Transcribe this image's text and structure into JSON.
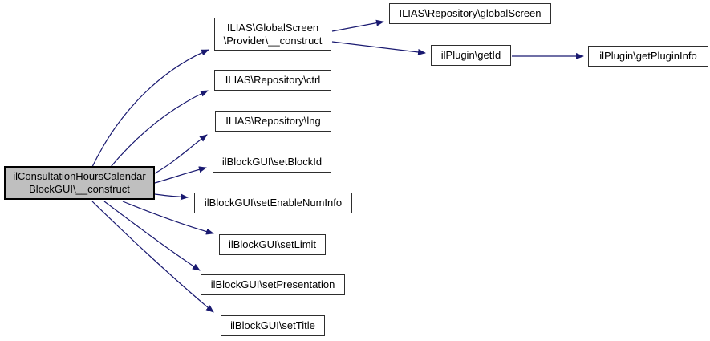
{
  "diagram": {
    "type": "call-graph",
    "colors": {
      "background": "#ffffff",
      "edge": "#191970",
      "node_border": "#2e2e2e",
      "node_fill": "#ffffff",
      "root_fill": "#bfbfbf",
      "text": "#000000"
    },
    "nodes": {
      "root": "ilConsultationHoursCalendar\nBlockGUI\\__construct",
      "provider_construct": "ILIAS\\GlobalScreen\n\\Provider\\__construct",
      "global_screen": "ILIAS\\Repository\\globalScreen",
      "get_id": "ilPlugin\\getId",
      "get_plugin_info": "ilPlugin\\getPluginInfo",
      "ctrl": "ILIAS\\Repository\\ctrl",
      "lng": "ILIAS\\Repository\\lng",
      "set_block_id": "ilBlockGUI\\setBlockId",
      "set_enable_num_info": "ilBlockGUI\\setEnableNumInfo",
      "set_limit": "ilBlockGUI\\setLimit",
      "set_presentation": "ilBlockGUI\\setPresentation",
      "set_title": "ilBlockGUI\\setTitle"
    },
    "edges": [
      {
        "from": "root",
        "to": "provider_construct"
      },
      {
        "from": "root",
        "to": "ctrl"
      },
      {
        "from": "root",
        "to": "lng"
      },
      {
        "from": "root",
        "to": "set_block_id"
      },
      {
        "from": "root",
        "to": "set_enable_num_info"
      },
      {
        "from": "root",
        "to": "set_limit"
      },
      {
        "from": "root",
        "to": "set_presentation"
      },
      {
        "from": "root",
        "to": "set_title"
      },
      {
        "from": "provider_construct",
        "to": "global_screen"
      },
      {
        "from": "provider_construct",
        "to": "get_id"
      },
      {
        "from": "get_id",
        "to": "get_plugin_info"
      }
    ]
  }
}
